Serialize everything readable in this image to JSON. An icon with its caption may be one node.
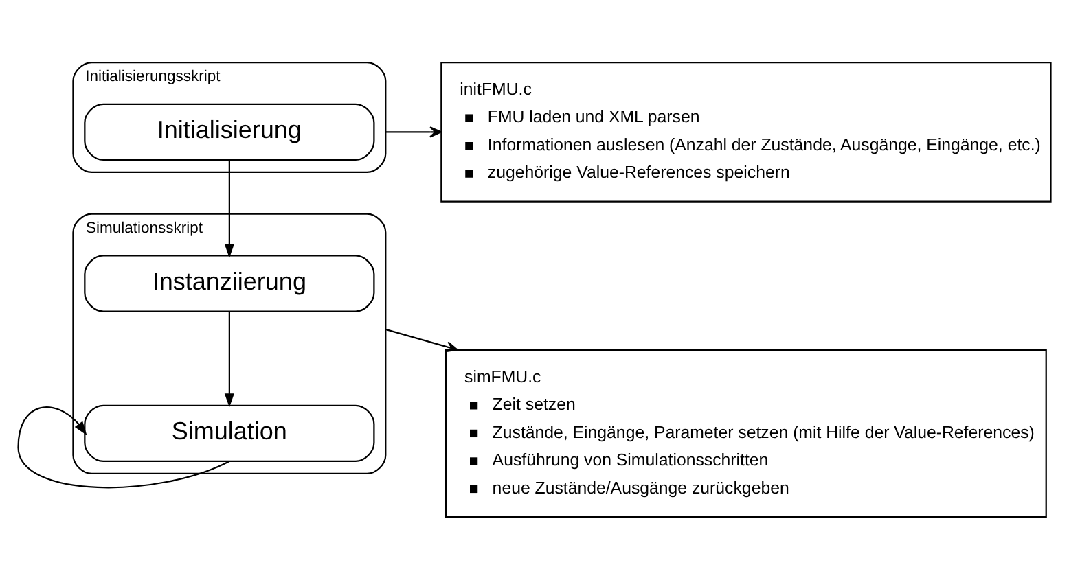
{
  "diagram": {
    "nodes": [
      {
        "text": [
          "Initialisierungsskript"
        ]
      },
      {
        "text": [
          "Initialisierung"
        ],
        "in": 0
      },
      {
        "text": [
          "initFMU.c",
          "FMU laden und XML parsen",
          "Informationen auslesen (Anzahl der Zustände, Ausgänge, Eingänge, etc.)",
          "zugehörige Value-References speichern"
        ]
      },
      {
        "text": [
          "Simulationsskript"
        ]
      },
      {
        "text": [
          "Instanziierung"
        ],
        "in": 3
      },
      {
        "text": [
          "Simulation"
        ],
        "in": 3
      },
      {
        "text": [
          "simFMU.c",
          "Zeit setzen",
          "Zustände, Eingänge, Parameter setzen (mit Hilfe der Value-References)",
          "Ausführung von Simulationsschritten",
          "neue Zustände/Ausgänge zurückgeben"
        ]
      }
    ],
    "edges": [
      {
        "from": 0,
        "to": 2,
        "arrow": "to"
      },
      {
        "from": 1,
        "to": 4,
        "arrow": "to"
      },
      {
        "from": 4,
        "to": 5,
        "arrow": "to"
      },
      {
        "from": 5,
        "to": 5,
        "arrow": "to"
      },
      {
        "from": 3,
        "to": 6,
        "arrow": "to"
      }
    ]
  }
}
